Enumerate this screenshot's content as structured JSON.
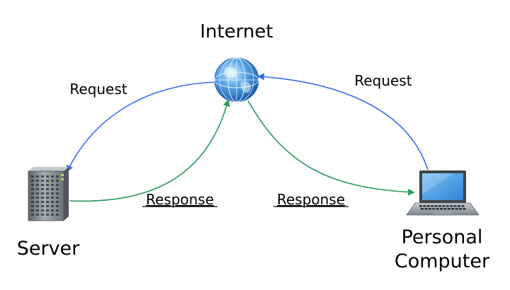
{
  "colors": {
    "request_arrow": "#3b6cf0",
    "response_arrow": "#2e9a5e",
    "server_body": "#8f969c",
    "globe": "#3f8fd6",
    "laptop_screen": "#4fa3e8"
  },
  "nodes": {
    "internet": {
      "label": "Internet",
      "icon": "globe-icon"
    },
    "server": {
      "label": "Server",
      "icon": "server-icon"
    },
    "computer": {
      "label_line1": "Personal",
      "label_line2": "Computer",
      "icon": "laptop-icon"
    }
  },
  "edges": {
    "server_request": "Request",
    "computer_request": "Request",
    "server_response": "Response",
    "computer_response": "Response"
  }
}
